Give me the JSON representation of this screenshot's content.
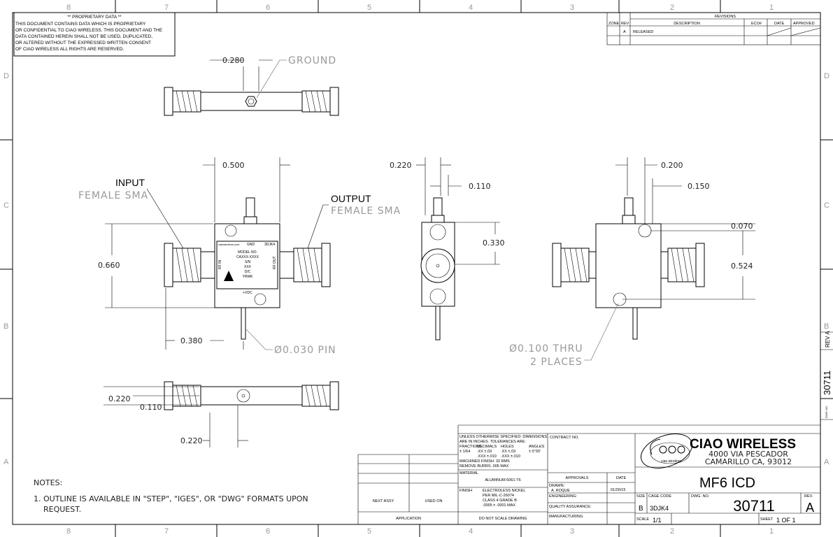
{
  "zones_top": [
    "8",
    "7",
    "6",
    "5",
    "4",
    "3",
    "2",
    "1"
  ],
  "zones_side": [
    "D",
    "C",
    "B",
    "A"
  ],
  "proprietary": {
    "title": "** PROPRIETARY DATA **",
    "lines": [
      "THIS DOCUMENT CONTAINS DATA WHICH IS PROPRIETARY",
      "OR CONFIDENTIAL TO CIAO WIRELESS. THIS DOCUMENT AND THE",
      "DATA CONTAINED HEREIN SHALL NOT BE USED, DUPLICATED,",
      "OR ALTERED WITHOUT THE EXPRESSED WRITTEN CONSENT",
      " OF CIAO WIRELESS  ALL RIGHTS ARE RESERVED."
    ]
  },
  "revisions": {
    "title": "REVISIONS",
    "headers": [
      "ZONE",
      "REV",
      "DESCRIPTION",
      "ECO#",
      "DATE",
      "APPROVED"
    ],
    "rows": [
      {
        "zone": "",
        "rev": "A",
        "description": "RELEASED",
        "eco": "",
        "date": "",
        "approved": ""
      }
    ]
  },
  "views": {
    "top": {
      "dim": "0.280",
      "callout": "GROUND"
    },
    "front": {
      "dim_top": "0.500",
      "dim_left": "0.660",
      "dim_bottom": "0.380",
      "input_label": "INPUT",
      "input_sub": "FEMALE SMA",
      "output_label": "OUTPUT",
      "output_sub": "FEMALE SMA",
      "pin_callout": "Ø0.030 PIN",
      "label": {
        "brand": "ciaowireless.com",
        "gnd": "GND",
        "cage": "3DJK4",
        "model_label": "MODEL NO.",
        "model": "CAXXX-XXXX",
        "sn_label": "S/N",
        "sn": "XXX",
        "dc_label": "D/C",
        "dc": "YRWK",
        "rf_in": "RF IN",
        "rf_out": "RF OUT",
        "vdc": "+VDC"
      }
    },
    "side": {
      "dim_a": "0.220",
      "dim_b": "0.110",
      "dim_c": "0.330"
    },
    "right": {
      "dim_a": "0.200",
      "dim_b": "0.150",
      "dim_c": "0.070",
      "dim_d": "0.524",
      "hole_callout_1": "Ø0.100 THRU",
      "hole_callout_2": "2 PLACES"
    },
    "bottom": {
      "dim_a": "0.220",
      "dim_b": "0.110",
      "dim_c": "0.220"
    }
  },
  "notes": {
    "title": "NOTES:",
    "items": [
      "1. OUTLINE IS AVAILABLE IN \"STEP\", \"IGES\", OR \"DWG\" FORMATS UPON",
      "    REQUEST."
    ]
  },
  "title_block": {
    "next_assy": "NEXT ASSY",
    "used_on": "USED ON",
    "application": "APPLICATION",
    "tolerance_lines": [
      "UNLESS OTHERWISE SPECIFIED: DIMENSIONS",
      "ARE IN INCHES.   TOLERANCES ARE:"
    ],
    "tol_headers": [
      "FRACTIONS",
      "DECIMALS",
      "HOLES",
      "ANGLES"
    ],
    "tol_values": [
      "± 1/64",
      ".XX ±.03",
      ".XX ±.03",
      "± 0°30'"
    ],
    "tol_values2": [
      ".XXX ±.010",
      ".XXX ±.010"
    ],
    "machined": "MACHINED FINISH: 32 RMS",
    "burrs": "REMOVE BURRS .005 MAX",
    "material_label": "MATERIAL",
    "material": "ALUMINUM 6061-T6",
    "finish_label": "FINISH",
    "finish_lines": [
      "ELECTROLESS NICKEL",
      "PER MIL-C-26074",
      "CLASS 4 GRADE B",
      ".0005 ± .0001 MAX"
    ],
    "do_not_scale": "DO NOT SCALE DRAWING",
    "contract": "CONTRACT NO.",
    "approvals": "APPROVALS",
    "date": "DATE",
    "drawn_label": "DRAWN:",
    "drawn_by": "A. ROQUE",
    "drawn_date": "01/26/15",
    "engineering": "ENGINEERING:",
    "qa": "QUALITY ASSURANCE:",
    "manufacturing": "MANUFACTURING:",
    "company": "CIAO WIRELESS",
    "address1": "4000 VIA PESCADOR",
    "address2": "CAMARILLO CA, 93012",
    "logo_text": "ciao wireless",
    "title": "MF6 ICD",
    "size_label": "SIZE",
    "size": "B",
    "cage_label": "CAGE CODE",
    "cage": "3DJK4",
    "dwg_label": "DWG. NO.",
    "dwg": "30711",
    "rev_label": "REV.",
    "rev": "A",
    "scale_label": "SCALE",
    "scale": "1/1",
    "sheet_label": "SHEET",
    "sheet": "1 OF 1"
  },
  "margin": {
    "rev": "REV A",
    "dwg": "30711",
    "dwg_label": "DWG NO."
  }
}
